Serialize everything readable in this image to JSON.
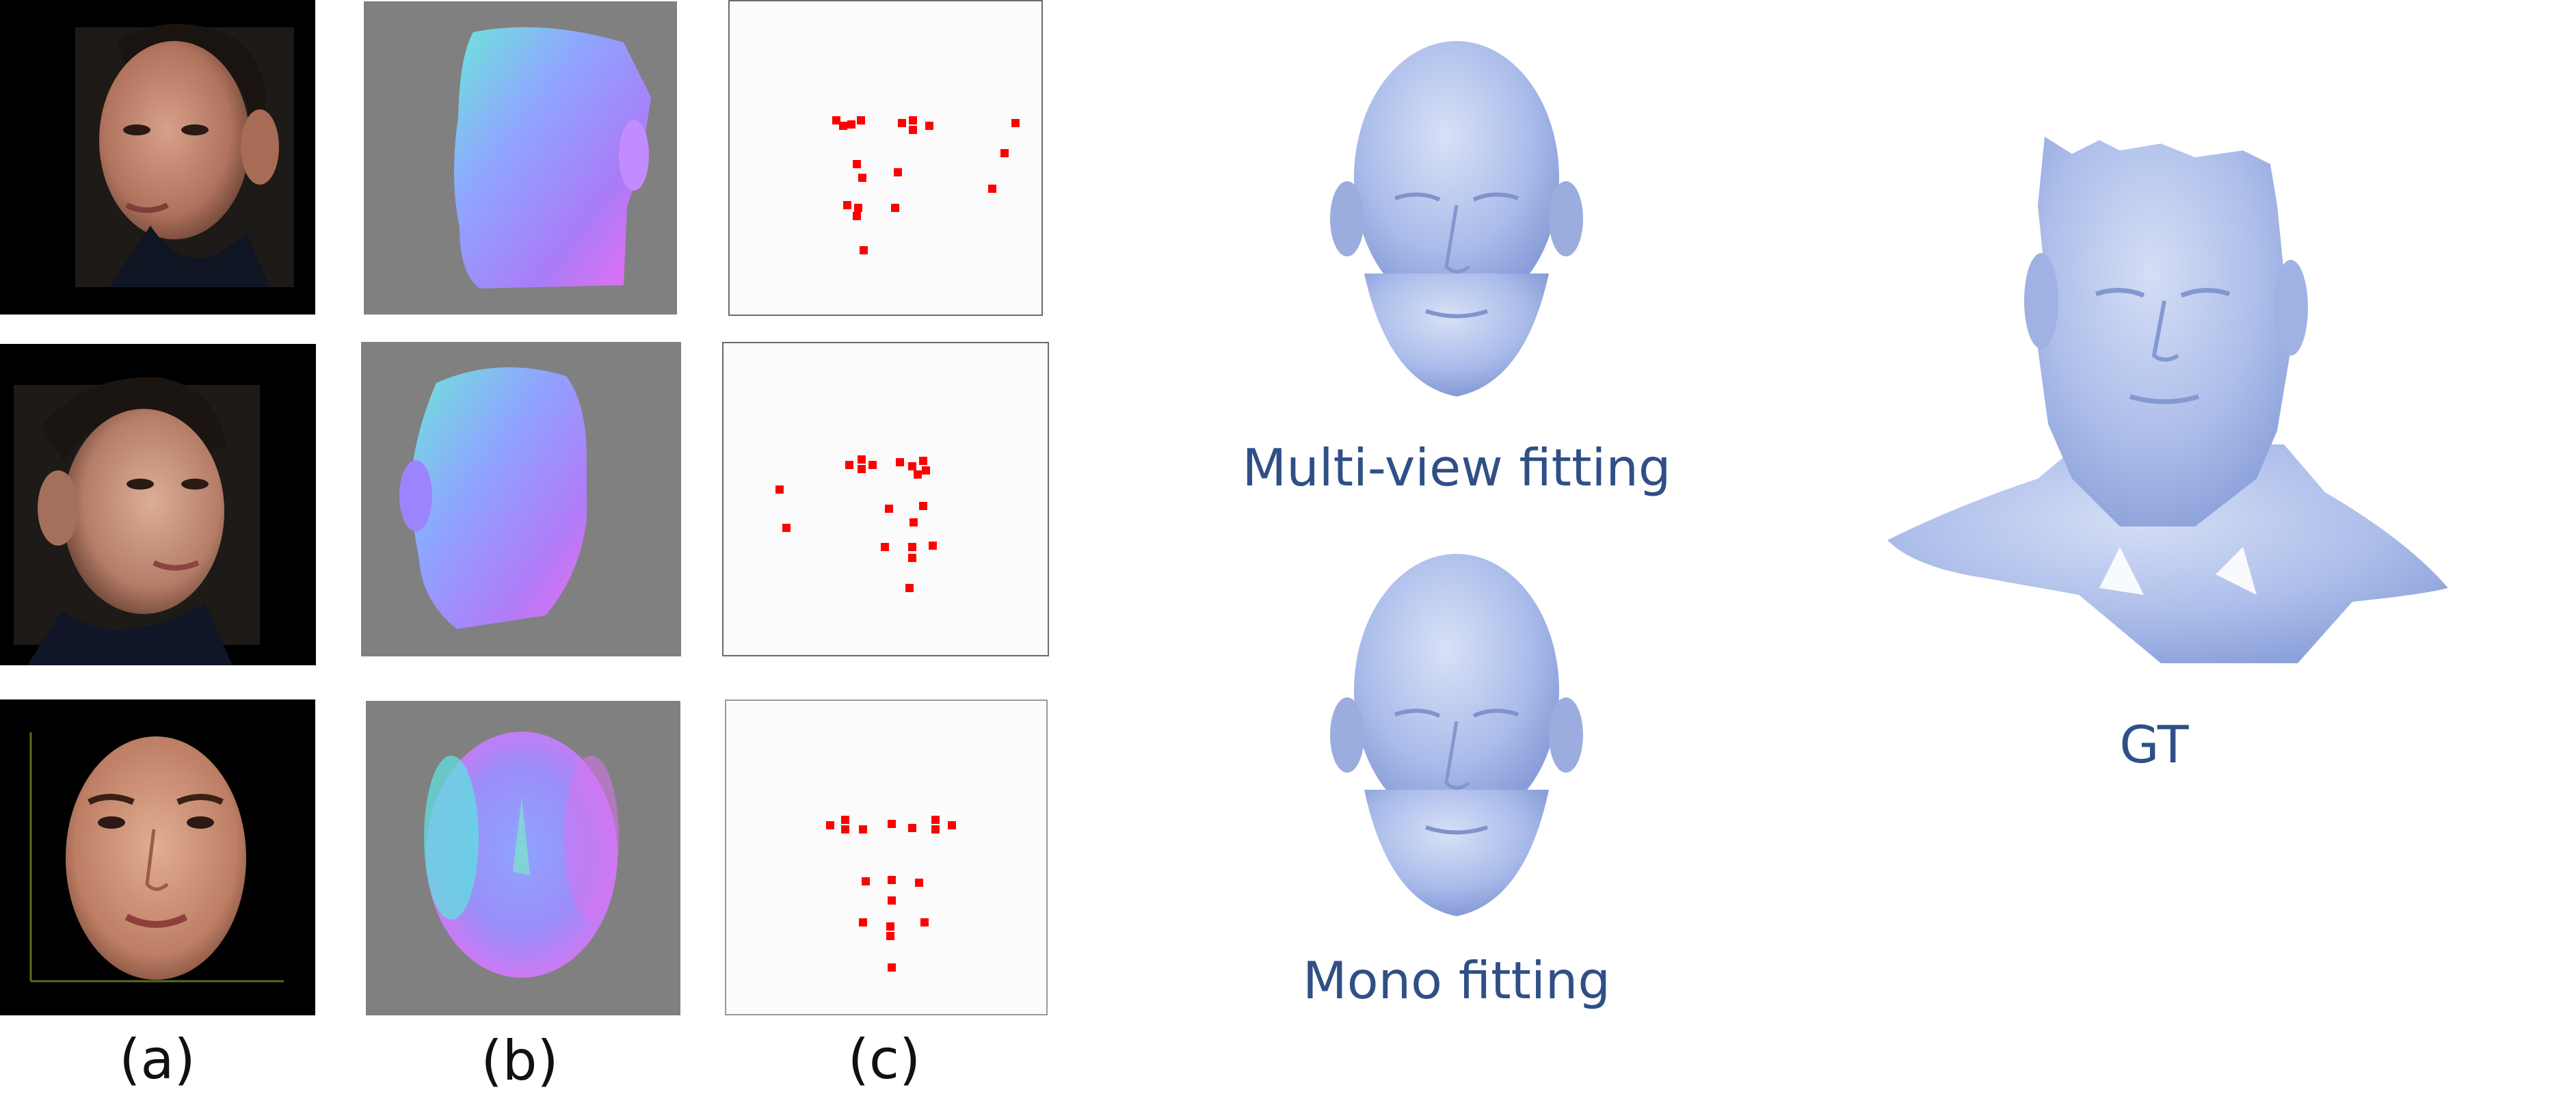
{
  "captions": {
    "a": "(a)",
    "b": "(b)",
    "c": "(c)",
    "multi_view": "Multi-view fitting",
    "mono": "Mono fitting",
    "gt": "GT"
  },
  "colors": {
    "keypoint": "#ff0000",
    "mesh": "#aebfe7",
    "caption_blue": "#2f4f86",
    "photo_background": "#000000",
    "normal_background": "#808080"
  },
  "rows": [
    {
      "photo": "face-photo-right-profile",
      "normal_map": "normal-map-right-profile",
      "keypoints": "keypoint-map-right-profile"
    },
    {
      "photo": "face-photo-left-profile",
      "normal_map": "normal-map-left-profile",
      "keypoints": "keypoint-map-left-profile"
    },
    {
      "photo": "face-photo-frontal",
      "normal_map": "normal-map-frontal",
      "keypoints": "keypoint-map-frontal"
    }
  ]
}
